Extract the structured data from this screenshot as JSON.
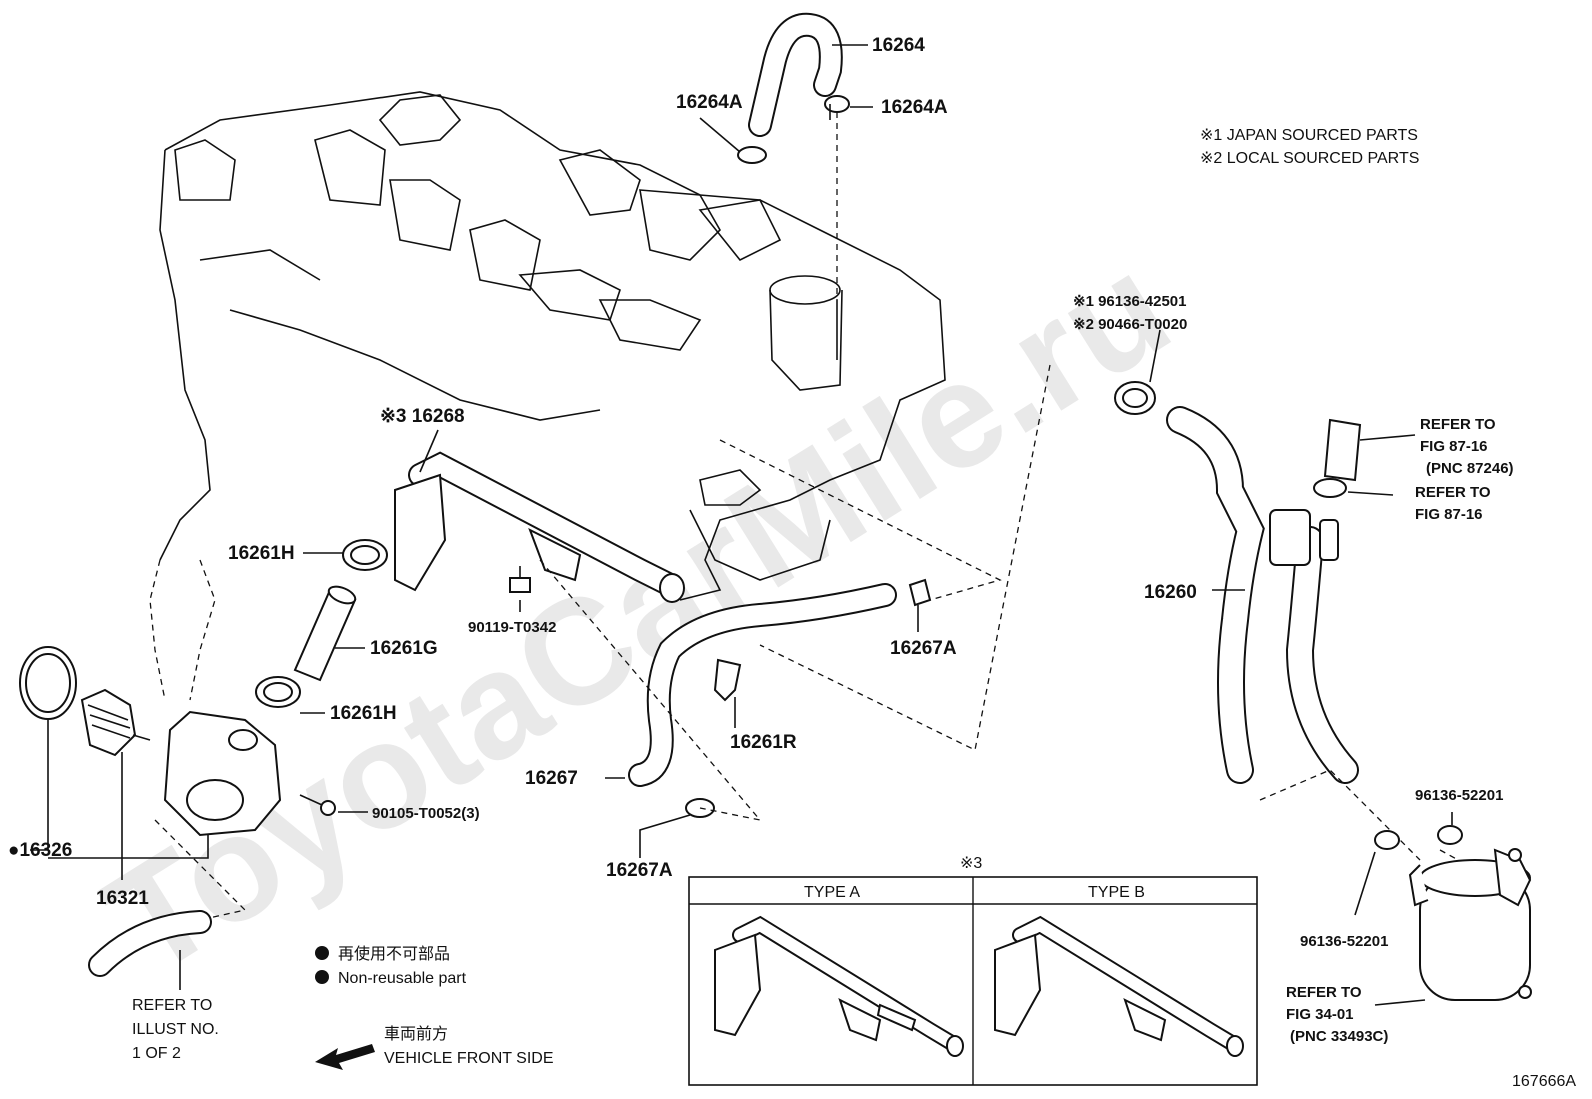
{
  "diagram_id": "167666A",
  "watermark": "ToyotaCarMile.ru",
  "notes": {
    "japan": "※1 JAPAN SOURCED PARTS",
    "local": "※2 LOCAL SOURCED PARTS"
  },
  "legend": {
    "jp": "再使用不可部品",
    "en": "Non-reusable part"
  },
  "front": {
    "jp": "車両前方",
    "en": "VEHICLE FRONT SIDE"
  },
  "refer_illust": [
    "REFER TO",
    "ILLUST NO.",
    "1 OF 2"
  ],
  "callouts": {
    "p16264": "16264",
    "p16264A_1": "16264A",
    "p16264A_2": "16264A",
    "p16268": "※3 16268",
    "p16261H_1": "16261H",
    "p16261G": "16261G",
    "p16261H_2": "16261H",
    "p90119": "90119-T0342",
    "p16267A_1": "16267A",
    "p16261R": "16261R",
    "p16267": "16267",
    "p90105": "90105-T0052(3)",
    "p16267A_2": "16267A",
    "p16326": "●16326",
    "p16321": "16321",
    "p96136_42501": "※1 96136-42501",
    "p90466": "※2 90466-T0020",
    "p16260": "16260",
    "ref_87_a1": "REFER TO",
    "ref_87_a2": "FIG 87-16",
    "ref_87_a3": "(PNC 87246)",
    "ref_87_b1": "REFER TO",
    "ref_87_b2": "FIG 87-16",
    "p96136_52201_a": "96136-52201",
    "p96136_52201_b": "96136-52201",
    "ref_34_1": "REFER TO",
    "ref_34_2": "FIG 34-01",
    "ref_34_3": "(PNC 33493C)"
  },
  "inset": {
    "mark": "※3",
    "type_a": "TYPE A",
    "type_b": "TYPE B"
  }
}
